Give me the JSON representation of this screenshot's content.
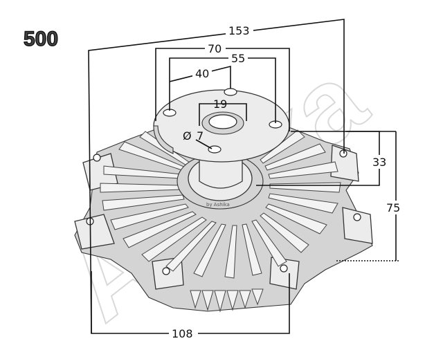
{
  "diagram": {
    "part_code": "500",
    "watermark": "Ashika",
    "small_label": "by Ashika",
    "dimensions": {
      "overall_width": "153",
      "outer_bolt_circle": "70",
      "bolt_spacing": "55",
      "inner_circle": "40",
      "center_bore": "19",
      "hole_diameter_symbol": "Ø",
      "hole_diameter": "7",
      "flange_height": "33",
      "total_height": "75",
      "base_width": "108"
    },
    "colors": {
      "line": "#111111",
      "part_fill": "#ececec",
      "watermark": "#d9d9d9"
    }
  }
}
